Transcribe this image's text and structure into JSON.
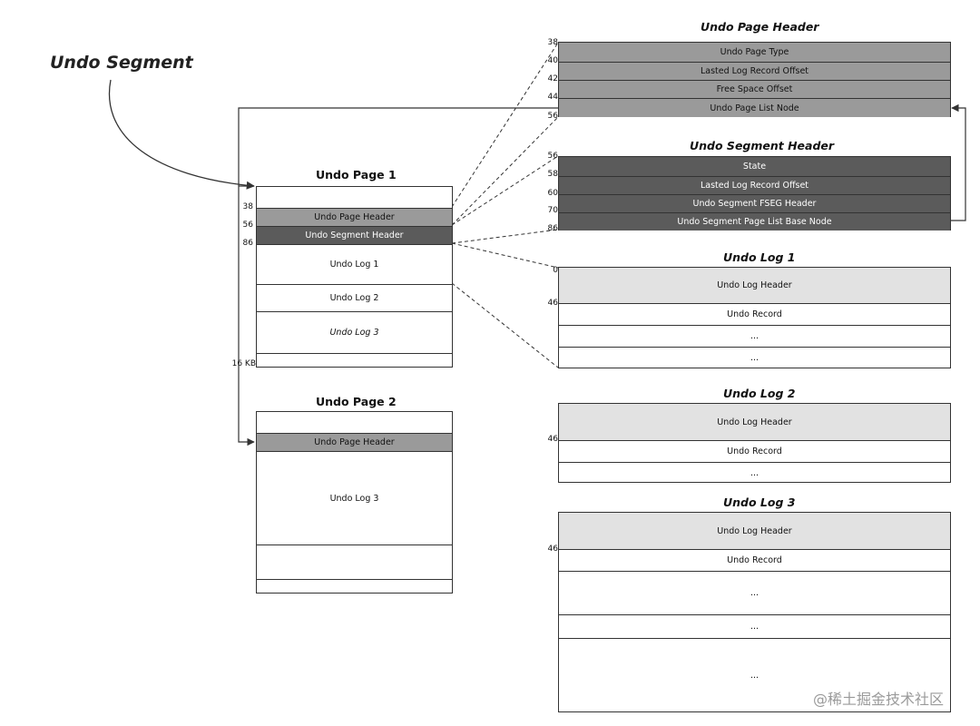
{
  "segment_label": "Undo Segment",
  "page1": {
    "title": "Undo Page 1",
    "offsets": [
      "38",
      "56",
      "86",
      "16 KB"
    ],
    "rows": [
      "Undo Page Header",
      "Undo Segment Header",
      "Undo Log 1",
      "Undo Log 2",
      "Undo Log 3"
    ]
  },
  "page2": {
    "title": "Undo Page 2",
    "rows": [
      "Undo Page Header",
      "Undo Log 3"
    ]
  },
  "page_header": {
    "title": "Undo Page Header",
    "offsets": [
      "38",
      "40",
      "42",
      "44",
      "56"
    ],
    "rows": [
      "Undo Page Type",
      "Lasted Log Record Offset",
      "Free Space Offset",
      "Undo Page List Node"
    ]
  },
  "segment_header": {
    "title": "Undo Segment Header",
    "offsets": [
      "56",
      "58",
      "60",
      "70",
      "86"
    ],
    "rows": [
      "State",
      "Lasted Log Record Offset",
      "Undo Segment FSEG Header",
      "Undo Segment Page List Base Node"
    ]
  },
  "log1": {
    "title": "Undo Log 1",
    "offsets": [
      "0",
      "46"
    ],
    "rows": [
      "Undo Log Header",
      "Undo Record",
      "...",
      "..."
    ]
  },
  "log2": {
    "title": "Undo Log 2",
    "offsets": [
      "46"
    ],
    "rows": [
      "Undo Log Header",
      "Undo Record",
      "..."
    ]
  },
  "log3": {
    "title": "Undo Log 3",
    "offsets": [
      "46"
    ],
    "rows": [
      "Undo Log Header",
      "Undo Record",
      "...",
      "...",
      "..."
    ]
  },
  "watermark": "@稀土掘金技术社区",
  "colors": {
    "header_gray": "#9a9a9a",
    "segment_dark": "#5b5b5b",
    "log_light": "#e2e2e2",
    "line": "#333333"
  }
}
